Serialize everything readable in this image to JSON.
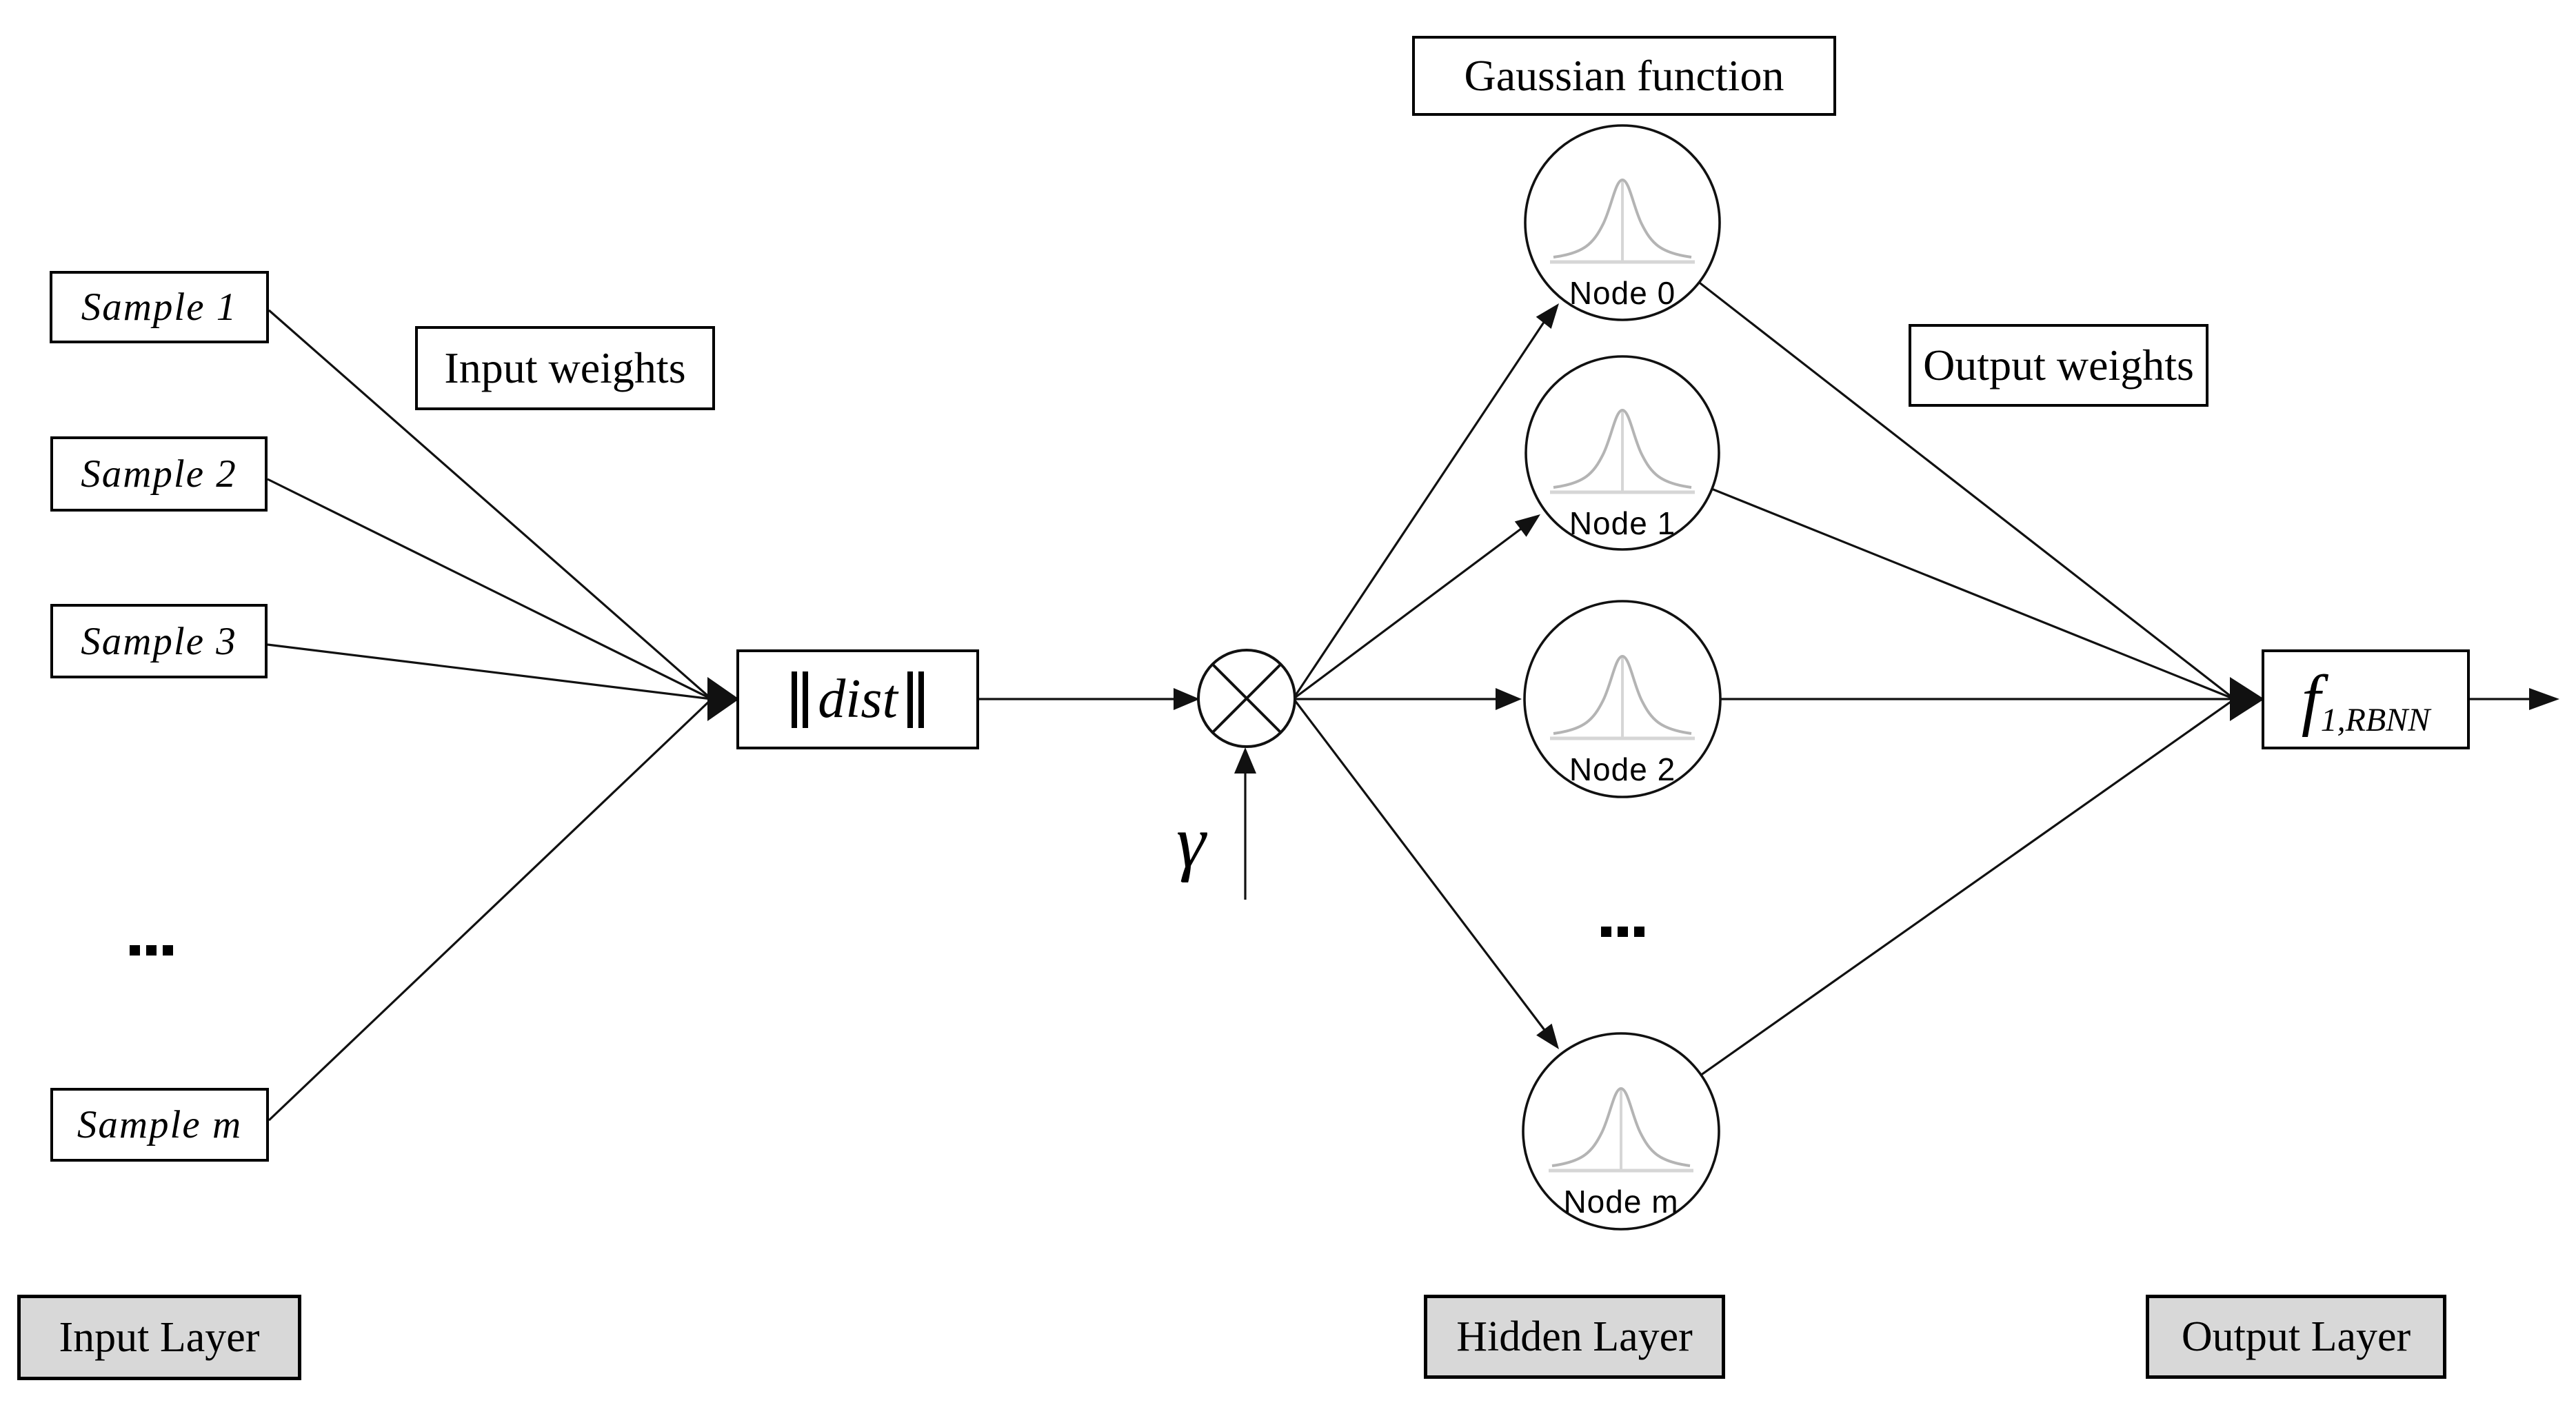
{
  "diagram": {
    "labels": {
      "gaussian_function": "Gaussian function",
      "input_weights": "Input weights",
      "output_weights": "Output weights",
      "gamma": "γ",
      "dist_word": "dist",
      "dist_display": "‖dist‖",
      "output_f": "f",
      "output_f_subscript": "1,RBNN",
      "ellipsis": "..."
    },
    "input_layer": {
      "samples": [
        "Sample 1",
        "Sample 2",
        "Sample 3"
      ],
      "last_sample": "Sample m"
    },
    "hidden_layer": {
      "nodes": [
        "Node 0",
        "Node 1",
        "Node 2"
      ],
      "last_node": "Node m"
    },
    "layer_labels": {
      "input": "Input Layer",
      "hidden": "Hidden Layer",
      "output": "Output Layer"
    },
    "colors": {
      "background": "#ffffff",
      "line": "#111111",
      "layer_box_fill": "#d8d8d8",
      "gauss_curve": "#b4b4b4",
      "gauss_axis": "#d6d6d6"
    }
  }
}
